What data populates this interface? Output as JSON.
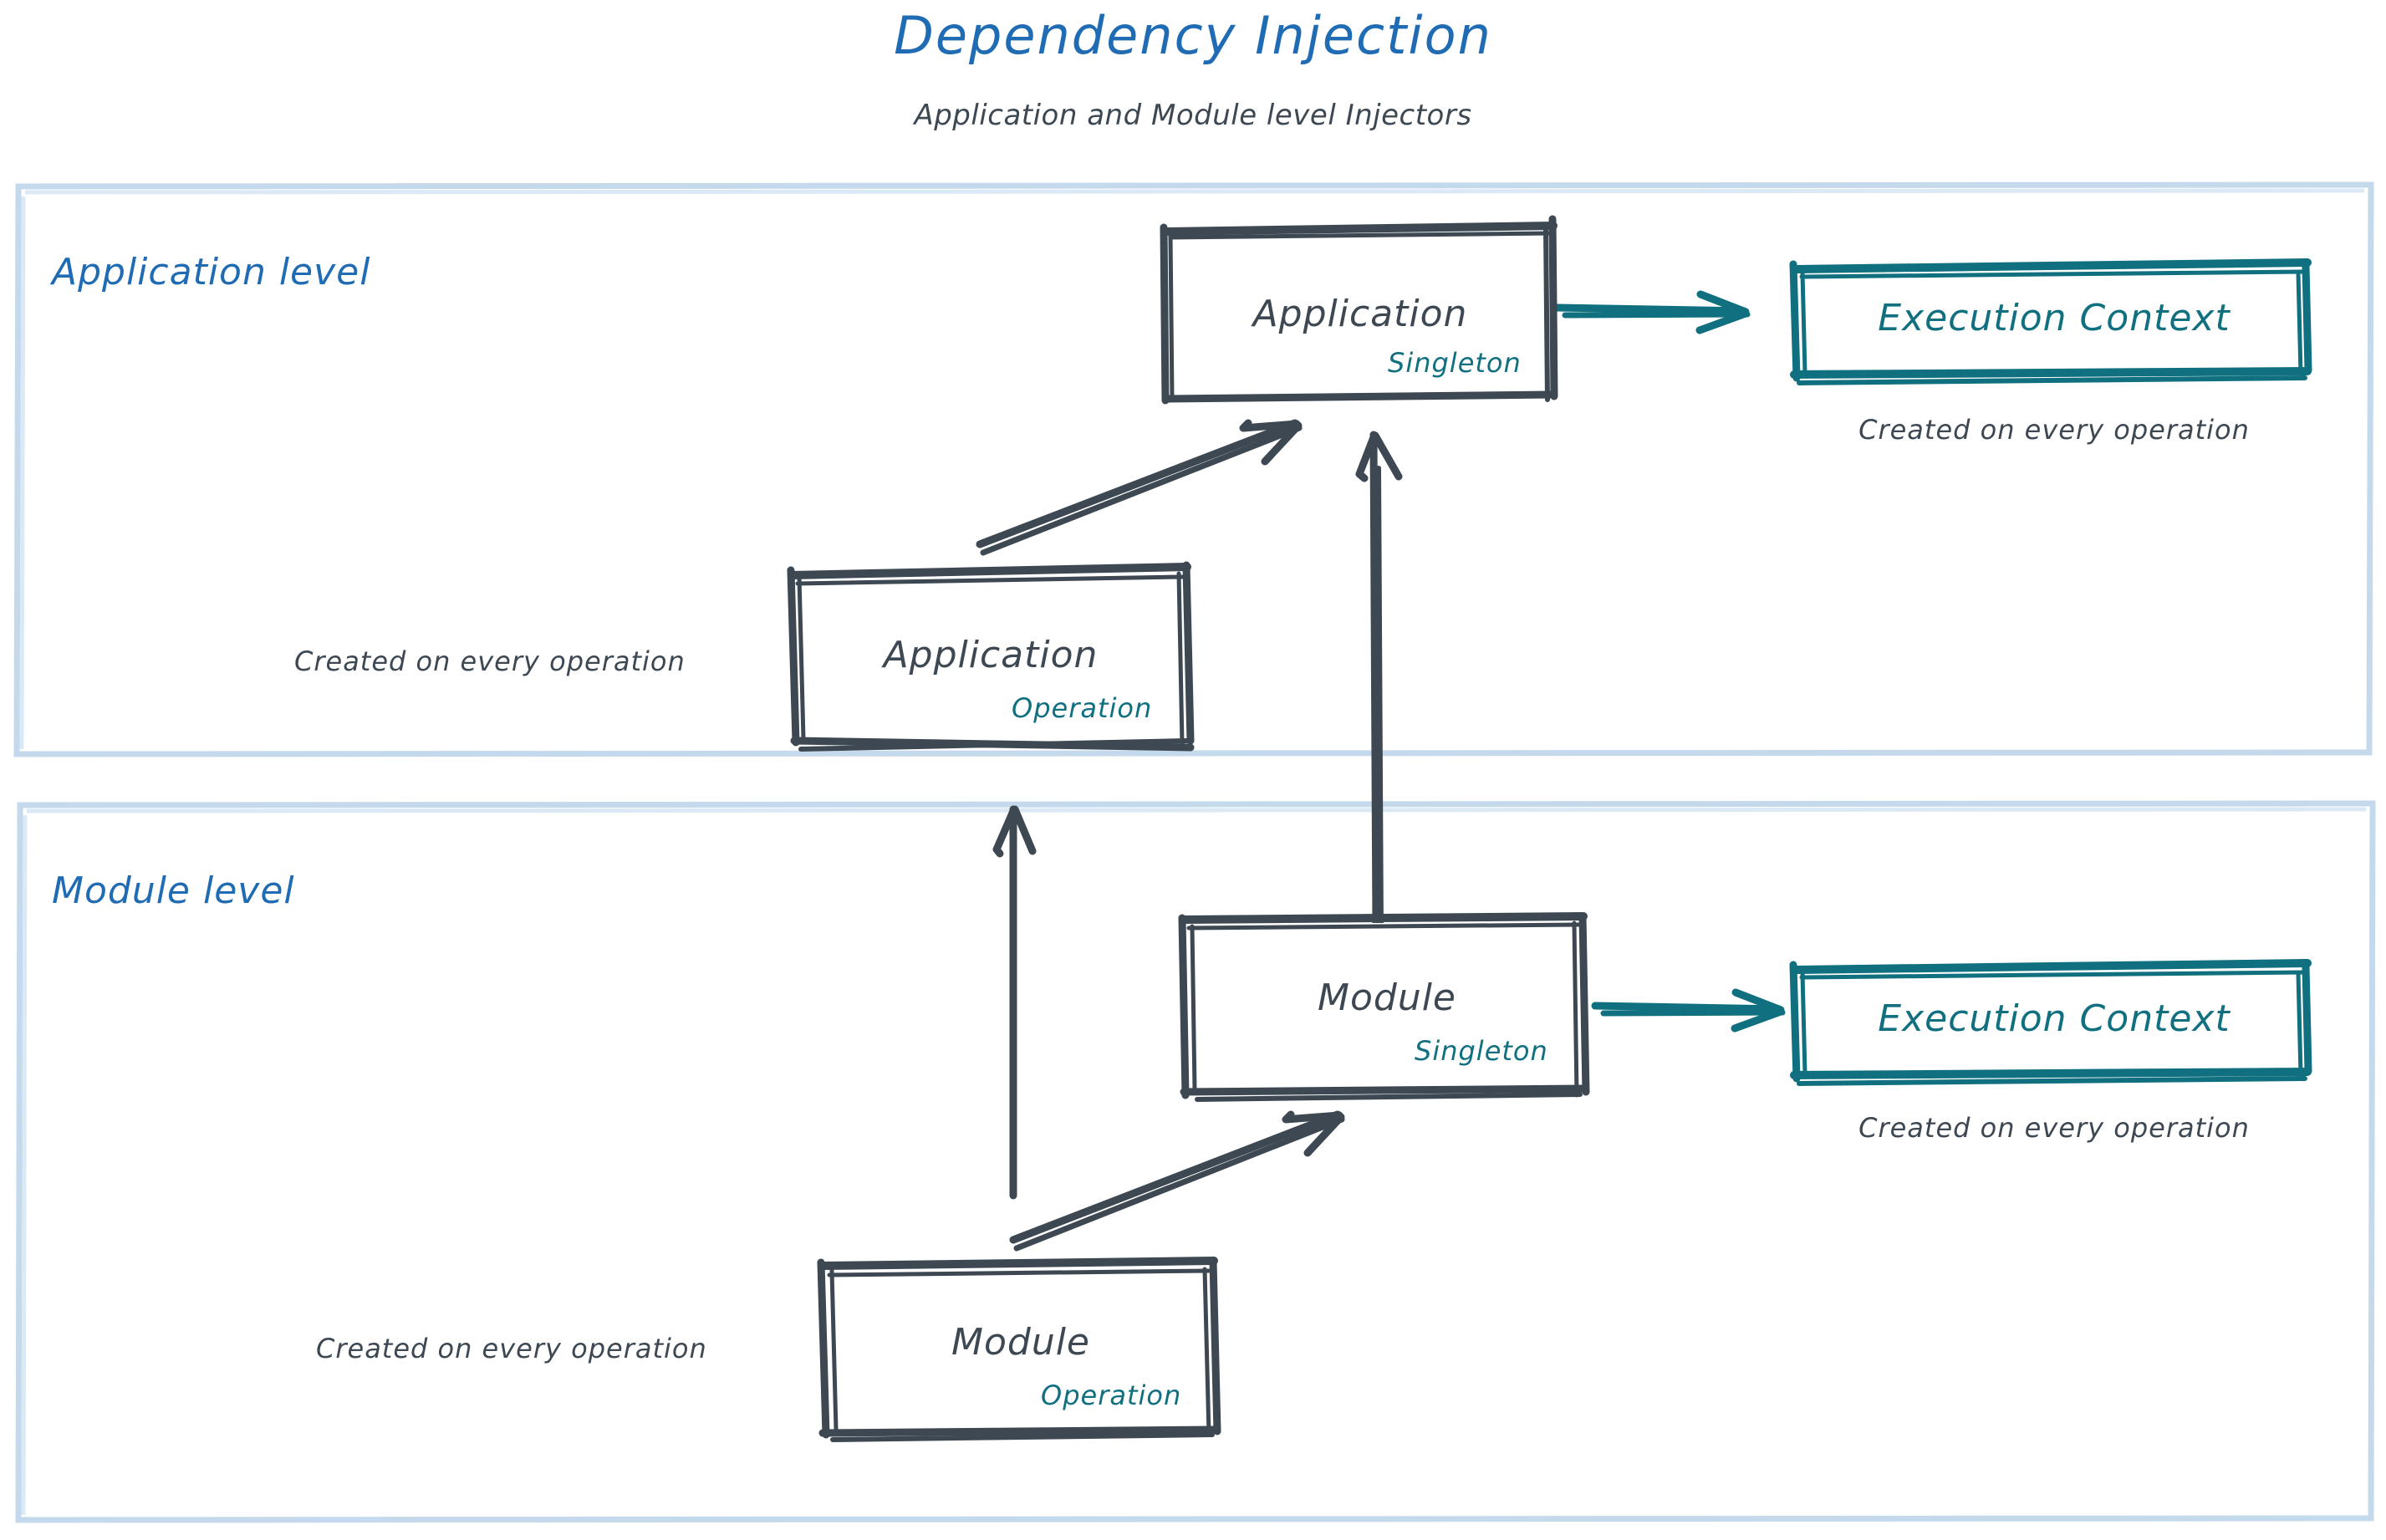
{
  "header": {
    "title": "Dependency Injection",
    "subtitle": "Application and Module level Injectors"
  },
  "colors": {
    "title_blue": "#1f6cb4",
    "panel_border": "#c5d9ec",
    "sketch_ink": "#3d4852",
    "teal": "#10707f",
    "background": "#ffffff"
  },
  "panels": [
    {
      "id": "application-level",
      "label": "Application level",
      "nodes": [
        {
          "id": "application-singleton",
          "title": "Application",
          "scope": "Singleton",
          "scope_color": "#10707f",
          "style": "sketch-box"
        },
        {
          "id": "execution-context-app",
          "title": "Execution Context",
          "style": "teal-box",
          "caption": "Created on every operation"
        },
        {
          "id": "application-operation",
          "title": "Application",
          "scope": "Operation",
          "scope_color": "#10707f",
          "style": "sketch-box",
          "caption": "Created on every operation"
        }
      ]
    },
    {
      "id": "module-level",
      "label": "Module level",
      "nodes": [
        {
          "id": "module-singleton",
          "title": "Module",
          "scope": "Singleton",
          "scope_color": "#10707f",
          "style": "sketch-box"
        },
        {
          "id": "execution-context-module",
          "title": "Execution Context",
          "style": "teal-box",
          "caption": "Created on every operation"
        },
        {
          "id": "module-operation",
          "title": "Module",
          "scope": "Operation",
          "scope_color": "#10707f",
          "style": "sketch-box",
          "caption": "Created on every operation"
        }
      ]
    }
  ],
  "connections": [
    {
      "id": "app-op-to-app-singleton",
      "from": "application-operation",
      "to": "application-singleton",
      "color": "#3d4852",
      "shape": "diagonal-up-right"
    },
    {
      "id": "app-singleton-to-exec-ctx",
      "from": "application-singleton",
      "to": "execution-context-app",
      "color": "#10707f",
      "shape": "horizontal-right"
    },
    {
      "id": "module-singleton-to-app-singleton",
      "from": "module-singleton",
      "to": "application-singleton",
      "color": "#3d4852",
      "shape": "vertical-up"
    },
    {
      "id": "module-op-to-app-op",
      "from": "module-operation",
      "to": "application-operation",
      "color": "#3d4852",
      "shape": "vertical-up"
    },
    {
      "id": "module-op-to-module-singleton",
      "from": "module-operation",
      "to": "module-singleton",
      "color": "#3d4852",
      "shape": "diagonal-up-right"
    },
    {
      "id": "module-singleton-to-exec-ctx",
      "from": "module-singleton",
      "to": "execution-context-module",
      "color": "#10707f",
      "shape": "horizontal-right"
    }
  ],
  "labels": {
    "app_panel": "Application level",
    "module_panel": "Module level",
    "app_singleton_title": "Application",
    "app_singleton_scope": "Singleton",
    "app_operation_title": "Application",
    "app_operation_scope": "Operation",
    "app_operation_caption": "Created on every operation",
    "exec_ctx_app_title": "Execution Context",
    "exec_ctx_app_caption": "Created on every operation",
    "module_singleton_title": "Module",
    "module_singleton_scope": "Singleton",
    "module_operation_title": "Module",
    "module_operation_scope": "Operation",
    "module_operation_caption": "Created on every operation",
    "exec_ctx_module_title": "Execution Context",
    "exec_ctx_module_caption": "Created on every operation"
  }
}
